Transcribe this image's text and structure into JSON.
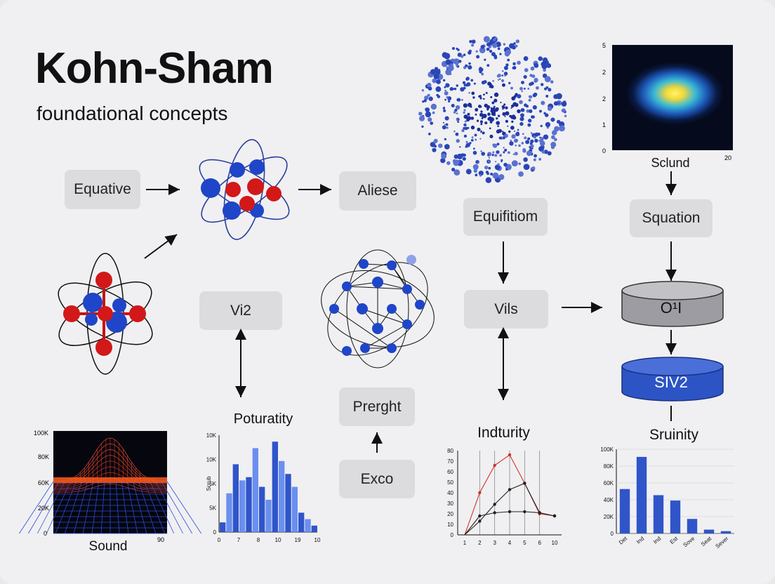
{
  "header": {
    "title": "Kohn-Sham",
    "subtitle": "foundational concepts"
  },
  "boxes": {
    "equative": "Equative",
    "aliese": "Aliese",
    "equifitiom": "Equifitiom",
    "squation": "Squation",
    "vi2": "Vi2",
    "vils": "Vils",
    "preright": "Prerght",
    "exco": "Exco"
  },
  "cylinders": {
    "top": "O¹I",
    "bottom": "SIV2"
  },
  "colors": {
    "background": "#f0f0f2",
    "box": "#dcdcde",
    "atom_red": "#d21818",
    "atom_blue": "#1f45c8",
    "bar_blue": "#2f55c9",
    "line_red": "#d0302a",
    "cylinder_gray": "#9c9ca2",
    "cylinder_blue": "#2d54c4"
  },
  "heatmap": {
    "label": "Sclund",
    "y_ticks": [
      "5",
      "2",
      "2",
      "1",
      "0"
    ],
    "x_tick": "20"
  },
  "surface": {
    "label": "Sound",
    "y_ticks": [
      "100K",
      "80K",
      "60K",
      "20K",
      "0"
    ],
    "x_tick": "90"
  },
  "chart_data": [
    {
      "type": "bar",
      "title": "Poturatity",
      "ylabel": "Scrub",
      "y_ticks": [
        "10K",
        "10K",
        "5K",
        "5K",
        "0"
      ],
      "x_ticks": [
        "0",
        "7",
        "8",
        "10",
        "19",
        "10"
      ],
      "values": [
        1.5,
        6,
        10.5,
        8,
        8.5,
        13,
        7,
        5,
        14,
        11,
        9,
        7,
        3,
        2,
        1
      ],
      "colors": [
        "#2f55c9",
        "#6b8ff0",
        "#2f55c9",
        "#6b8ff0",
        "#2f55c9",
        "#6b8ff0",
        "#2f55c9",
        "#6b8ff0",
        "#2f55c9",
        "#6b8ff0",
        "#2f55c9",
        "#6b8ff0",
        "#2f55c9",
        "#6b8ff0",
        "#2f55c9"
      ],
      "ylim": [
        0,
        15
      ]
    },
    {
      "type": "line",
      "title": "Indturity",
      "y_ticks": [
        "80",
        "70",
        "60",
        "50",
        "40",
        "30",
        "20",
        "10",
        "0"
      ],
      "x_ticks": [
        "1",
        "2",
        "3",
        "4",
        "5",
        "6",
        "10"
      ],
      "x": [
        1,
        2,
        3,
        4,
        5,
        6,
        7
      ],
      "series": [
        {
          "values": [
            0,
            40,
            66,
            76,
            49,
            20,
            18
          ],
          "color": "#d0302a"
        },
        {
          "values": [
            0,
            13,
            29,
            43,
            49,
            21,
            18
          ],
          "color": "#222222"
        },
        {
          "values": [
            0,
            18,
            21,
            22,
            22,
            21,
            18
          ],
          "color": "#222222"
        }
      ],
      "ylim": [
        0,
        80
      ]
    },
    {
      "type": "bar",
      "title": "Sruinity",
      "y_ticks": [
        "100K",
        "80K",
        "60K",
        "40K",
        "20K",
        "0"
      ],
      "x_ticks": [
        "Det",
        "Ind",
        "Ind",
        "Est",
        "Sove",
        "Seat",
        "Sever"
      ],
      "values": [
        58,
        100,
        50,
        43,
        19,
        5,
        3
      ],
      "ylim": [
        0,
        110
      ]
    }
  ]
}
